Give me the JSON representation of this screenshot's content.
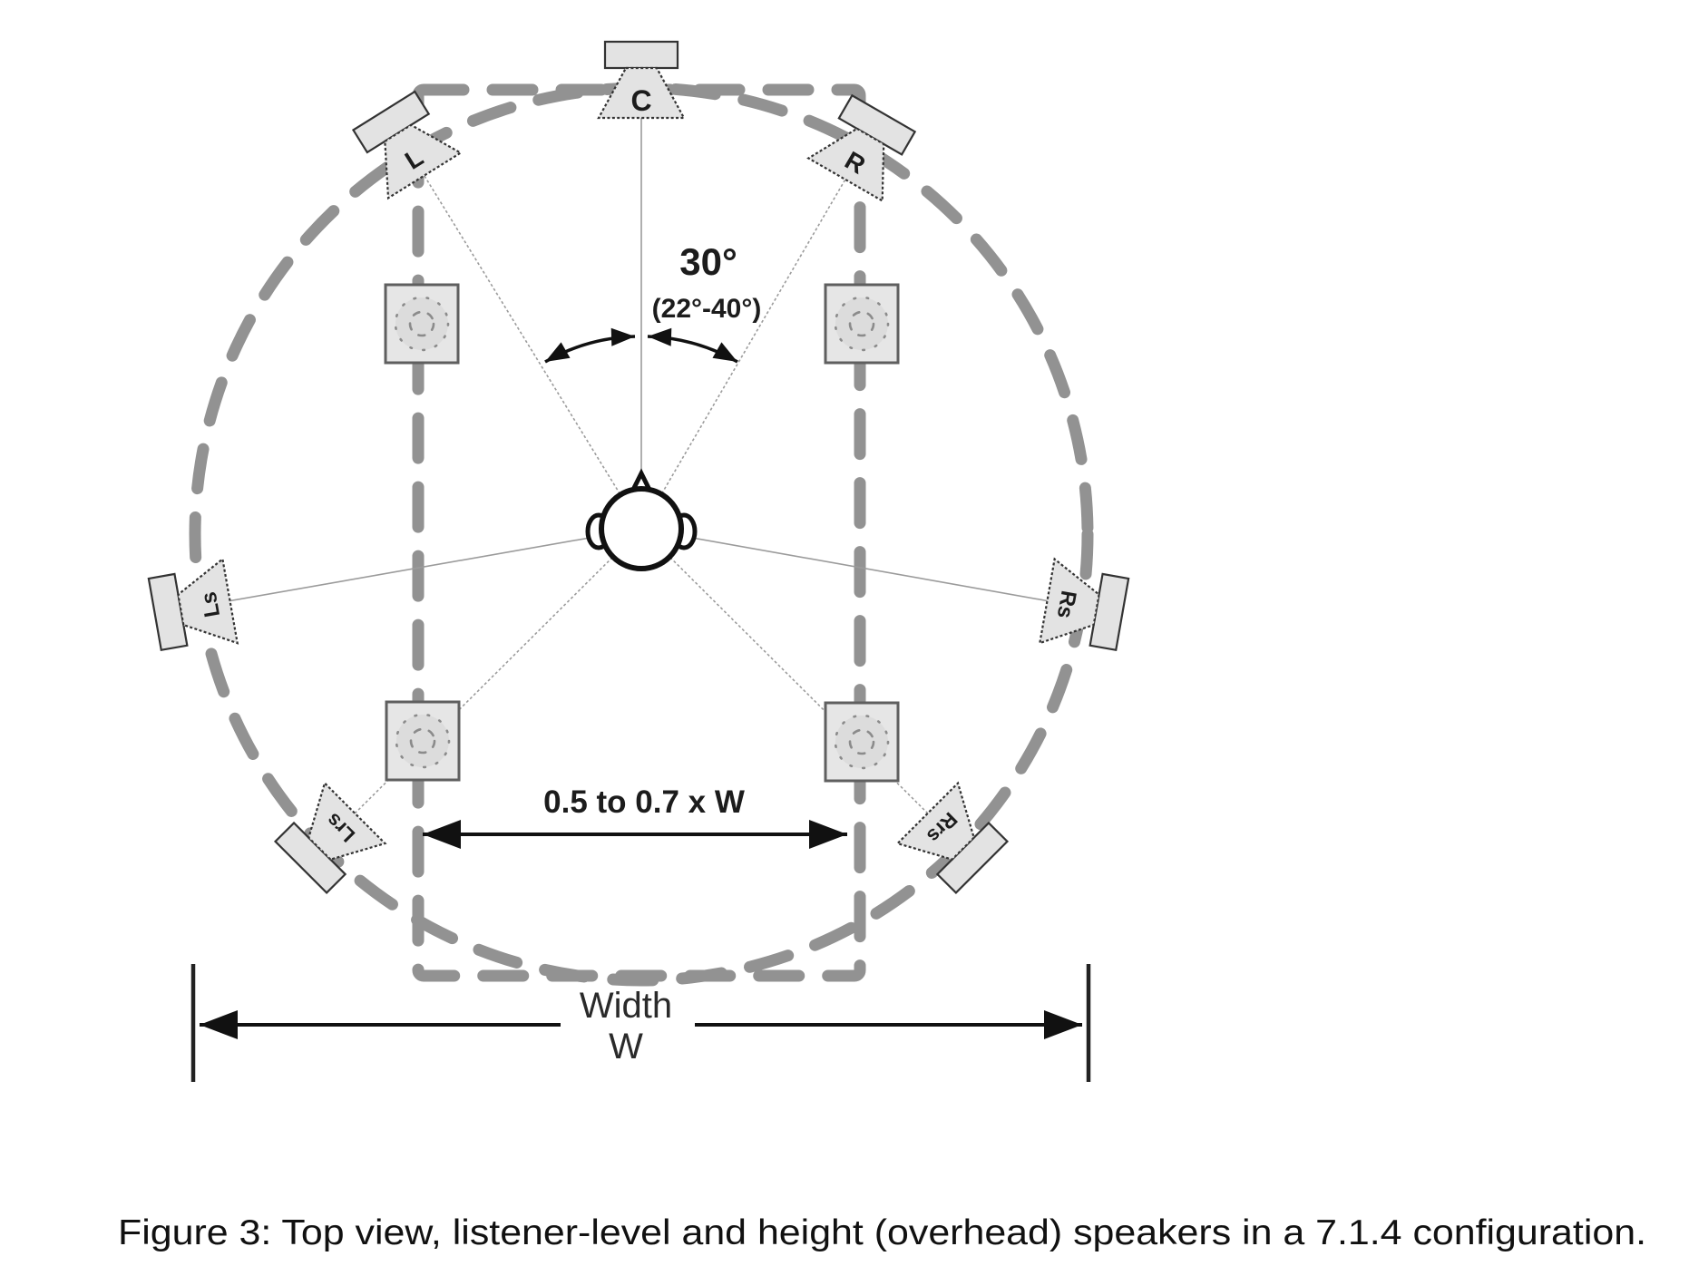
{
  "figure": {
    "caption": "Figure 3: Top view, listener-level and height (overhead) speakers in a 7.1.4 configuration."
  },
  "speakers": {
    "center": "C",
    "front_left": "L",
    "front_right": "R",
    "left_surround": "Ls",
    "right_surround": "Rs",
    "left_rear_surround": "Lrs",
    "right_rear_surround": "Rrs"
  },
  "annotations": {
    "front_angle": "30°",
    "front_angle_range": "(22°-40°)",
    "overhead_spacing": "0.5 to 0.7 x W",
    "width_label": "Width",
    "width_symbol": "W"
  },
  "colors": {
    "dashed_boundary_gray": "#929292",
    "speaker_fill": "#e3e3e3",
    "outline_dark": "#333333",
    "annotation_black": "#111111",
    "background": "#ffffff"
  }
}
